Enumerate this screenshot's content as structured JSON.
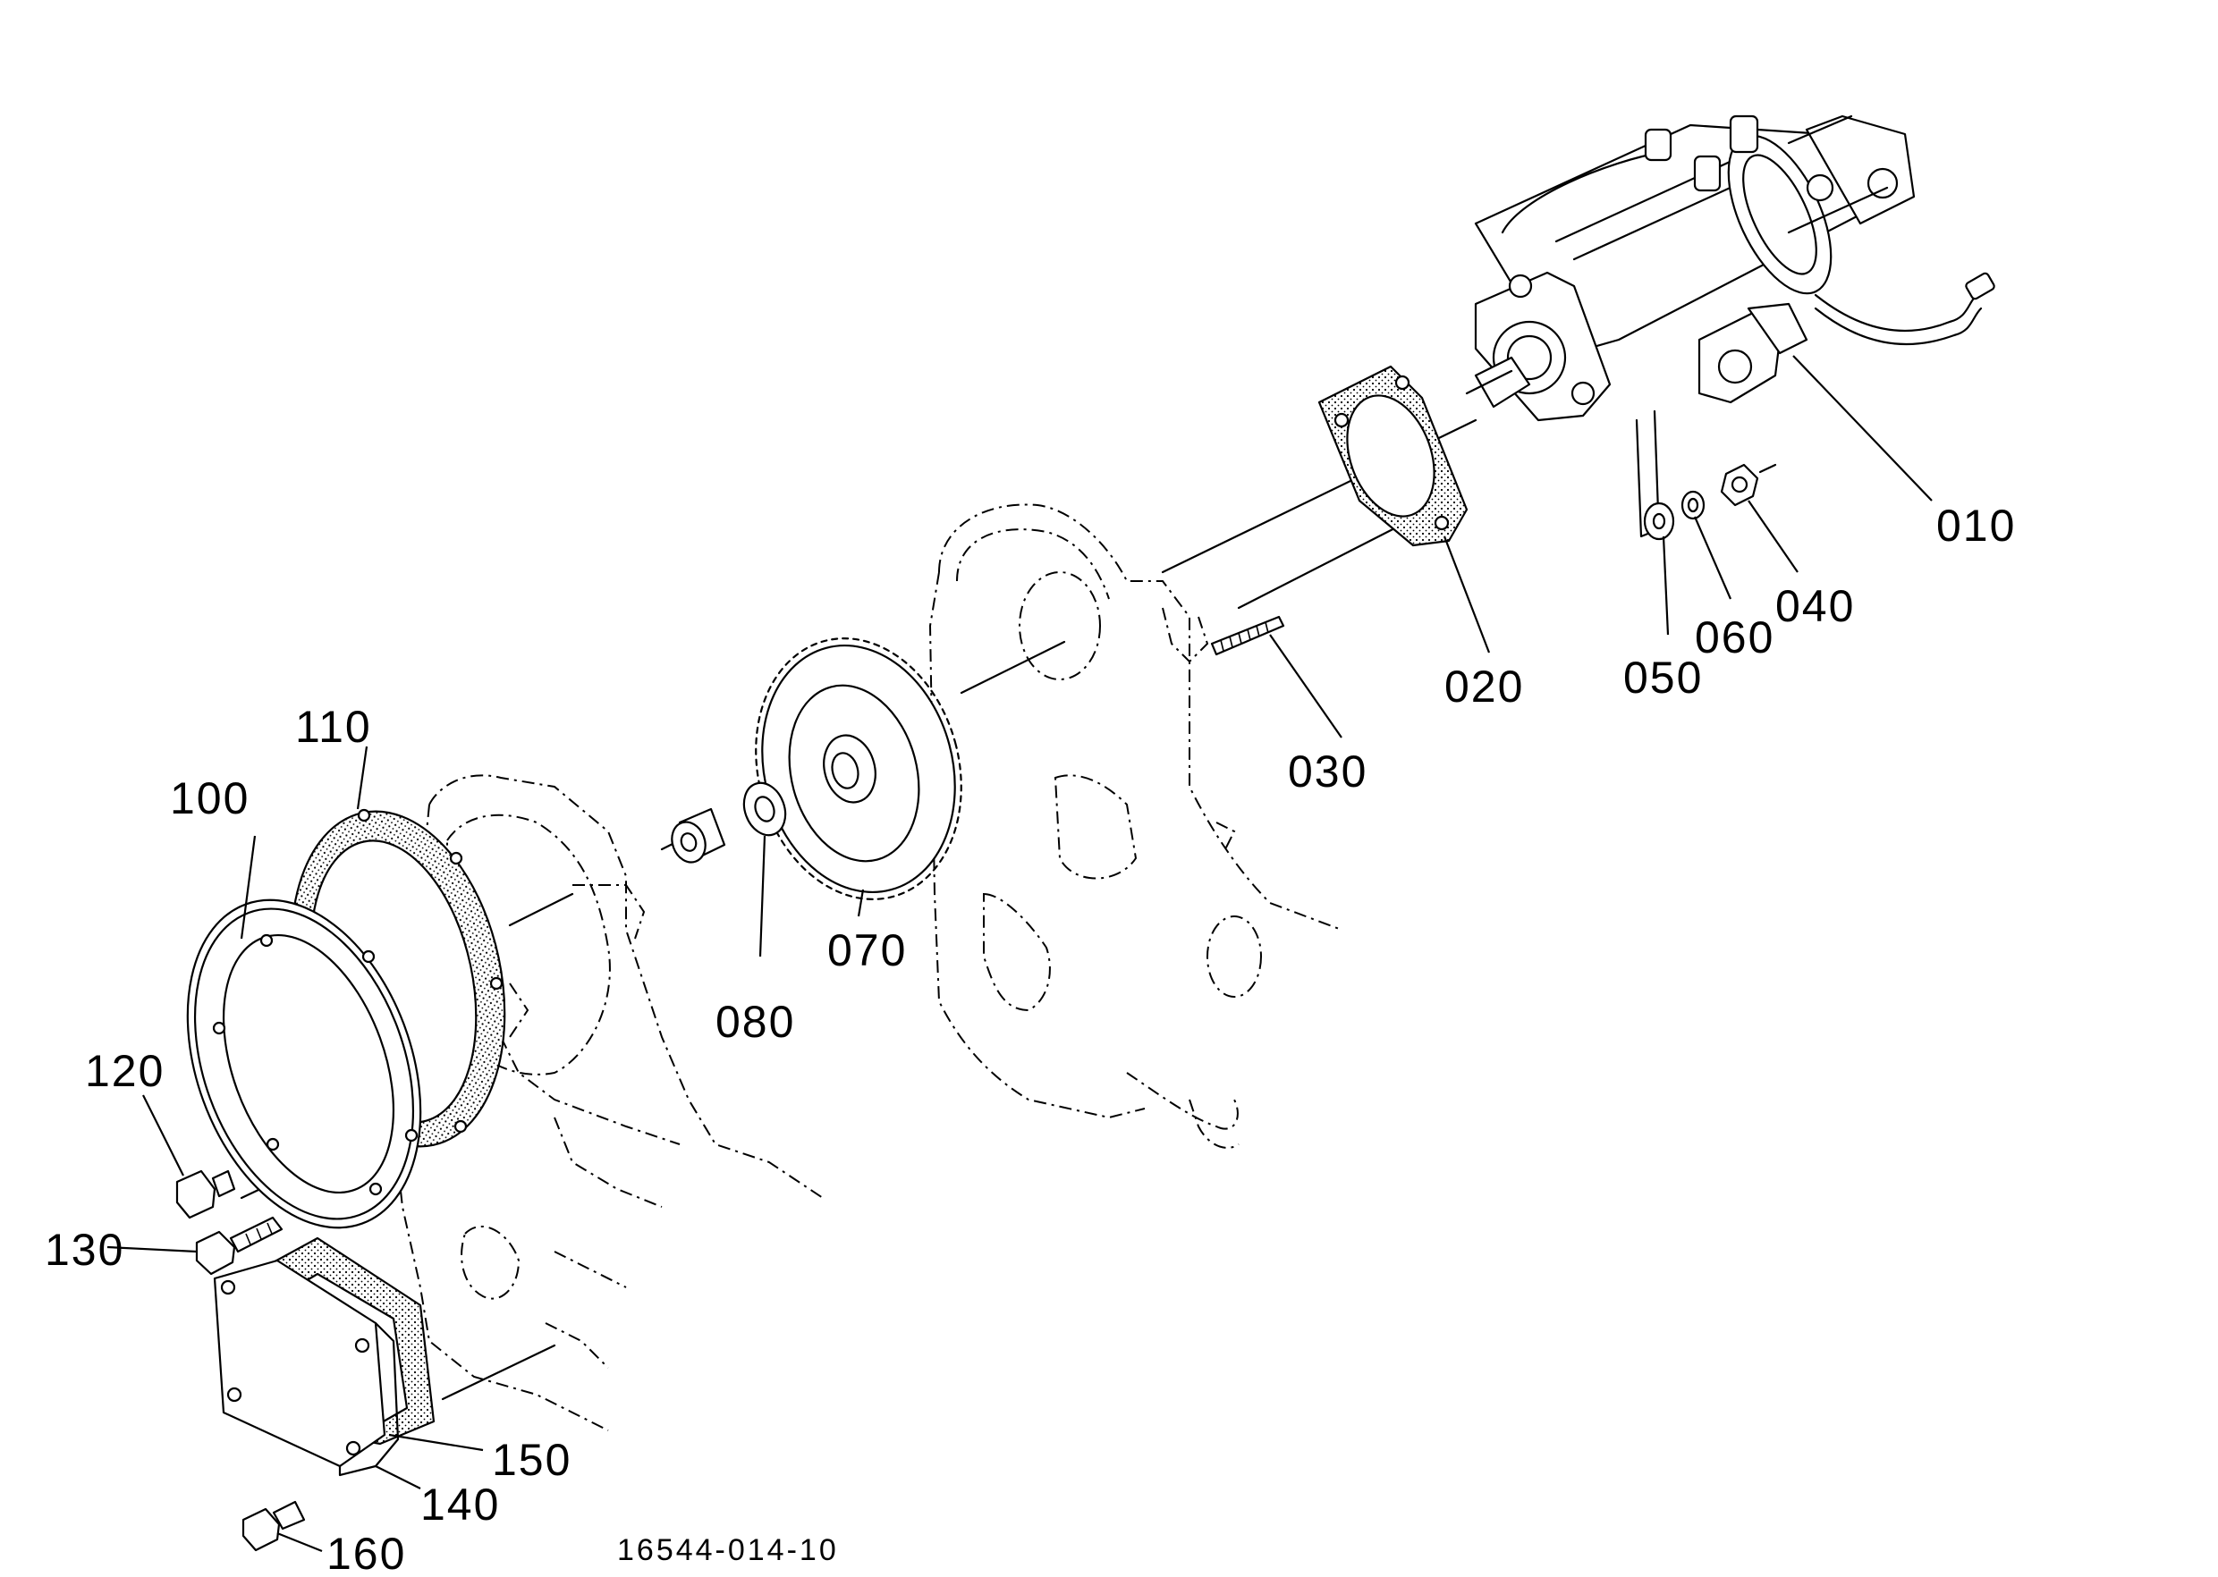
{
  "drawing_code": "16544-014-10",
  "callouts": [
    {
      "id": "010",
      "text": "010"
    },
    {
      "id": "020",
      "text": "020"
    },
    {
      "id": "030",
      "text": "030"
    },
    {
      "id": "040",
      "text": "040"
    },
    {
      "id": "050",
      "text": "050"
    },
    {
      "id": "060",
      "text": "060"
    },
    {
      "id": "070",
      "text": "070"
    },
    {
      "id": "080",
      "text": "080"
    },
    {
      "id": "100",
      "text": "100"
    },
    {
      "id": "110",
      "text": "110"
    },
    {
      "id": "120",
      "text": "120"
    },
    {
      "id": "130",
      "text": "130"
    },
    {
      "id": "140",
      "text": "140"
    },
    {
      "id": "150",
      "text": "150"
    },
    {
      "id": "160",
      "text": "160"
    }
  ]
}
